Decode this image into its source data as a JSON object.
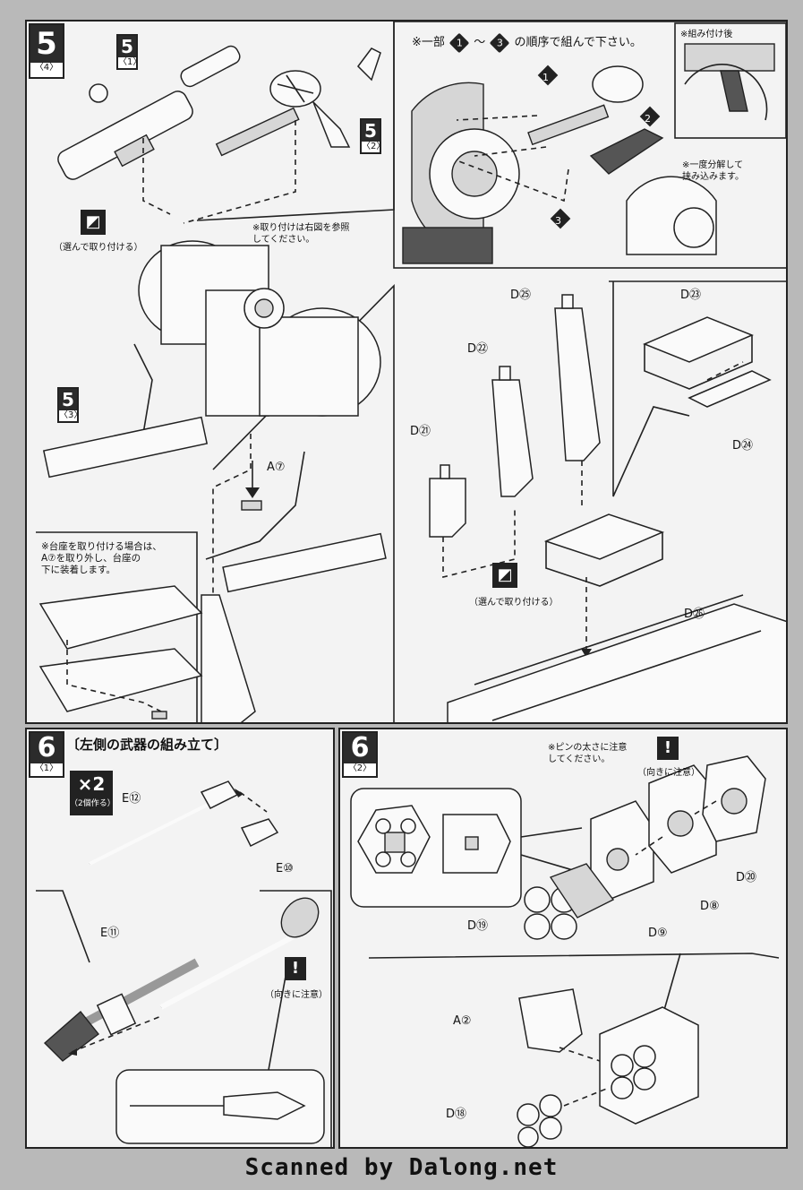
{
  "step5": {
    "number": "5",
    "sub": "〈4〉",
    "ref1": {
      "number": "5",
      "sub": "〈1〉"
    },
    "ref2": {
      "number": "5",
      "sub": "〈2〉"
    },
    "ref3": {
      "number": "5",
      "sub": "〈3〉"
    },
    "choose_label": "（選んで取り付ける）",
    "mount_ref_note": "※取り付けは右図を参照\nしてください。",
    "order_note_prefix": "※一部",
    "order_note_tilde": "〜",
    "order_note_suffix": "の順序で組んで下さい。",
    "order_1": "1",
    "order_2": "2",
    "order_3": "3",
    "after_assembly": "※組み付け後",
    "disassemble_note": "※一度分解して\n挟み込みます。",
    "base_note": "※台座を取り付ける場合は、\nA⑦を取り外し、台座の\n下に装着します。",
    "parts": {
      "a7": "A⑦",
      "d21": "D㉑",
      "d22": "D㉒",
      "d23": "D㉓",
      "d24": "D㉔",
      "d25": "D㉕",
      "d26": "D㉖"
    },
    "choose_label2": "（選んで取り付ける）"
  },
  "step6_1": {
    "number": "6",
    "sub": "〈1〉",
    "title": "〔左側の武器の組み立て〕",
    "times": "×2",
    "times_sub": "（2個作る）",
    "parts": {
      "e12": "E⑫",
      "e10": "E⑩",
      "e11": "E⑪"
    },
    "caution": "（向きに注意）"
  },
  "step6_2": {
    "number": "6",
    "sub": "〈2〉",
    "pin_note": "※ピンの太さに注意\nしてください。",
    "caution": "（向きに注意）",
    "parts": {
      "d20": "D⑳",
      "d8": "D⑧",
      "d9": "D⑨",
      "d19": "D⑲",
      "a2": "A②",
      "d18": "D⑱"
    }
  },
  "footer": "Scanned by Dalong.net",
  "colors": {
    "ink": "#222222",
    "paper": "#f3f3f3",
    "background": "#b9b9b9"
  }
}
